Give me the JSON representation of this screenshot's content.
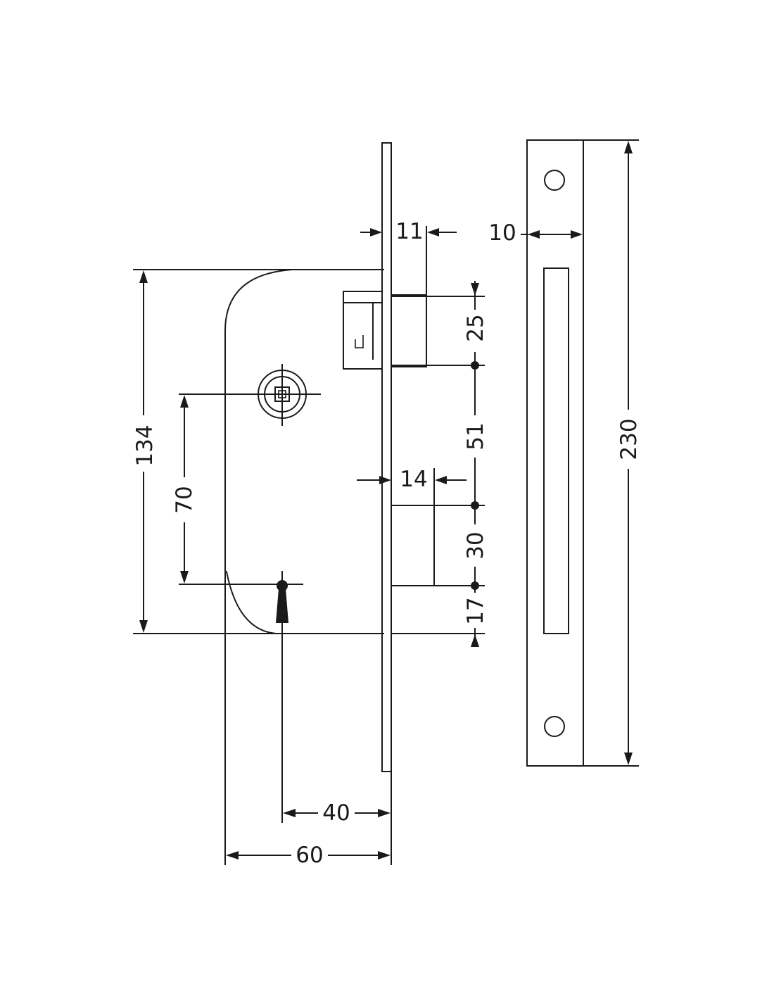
{
  "dimensions": {
    "backset_keyhole": "40",
    "case_depth": "60",
    "case_height": "134",
    "follower_to_keyhole": "70",
    "latch_projection": "11",
    "bolt_projection": "14",
    "latch_height": "25",
    "latch_to_bolt": "51",
    "bolt_height": "30",
    "bolt_to_bottom": "17",
    "strike_thickness": "10",
    "strike_height": "230"
  },
  "colors": {
    "line": "#1a1a1a",
    "background": "#ffffff"
  }
}
